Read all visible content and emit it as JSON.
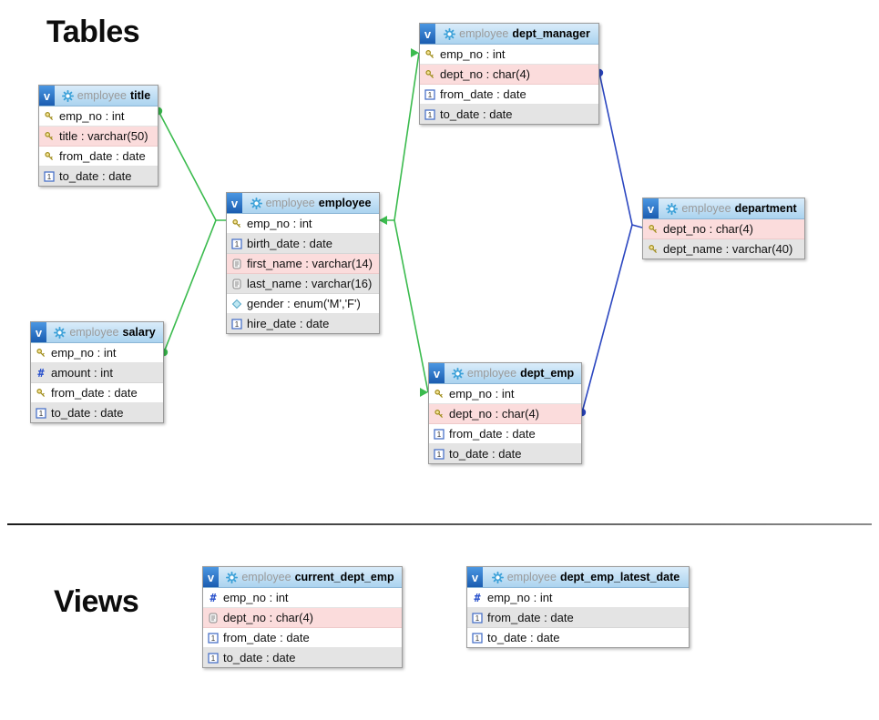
{
  "canvas": {
    "sections": {
      "tables": "Tables",
      "views": "Views"
    }
  },
  "icons": {
    "view_badge": "v",
    "int_glyph": "#"
  },
  "colors": {
    "relation_green": "#3bbb4e",
    "relation_blue": "#2b46c0",
    "header_blue": "#abd3ef",
    "row_pink": "#fbdcdc",
    "row_gray": "#e4e4e4",
    "badge_blue": "#1a5cb0"
  },
  "entities": [
    {
      "id": "title",
      "schema": "employee",
      "name": "title",
      "columns": [
        {
          "icon": "key",
          "text": "emp_no : int"
        },
        {
          "icon": "key",
          "text": "title : varchar(50)"
        },
        {
          "icon": "key",
          "text": "from_date : date"
        },
        {
          "icon": "date",
          "text": "to_date : date"
        }
      ]
    },
    {
      "id": "employee",
      "schema": "employee",
      "name": "employee",
      "columns": [
        {
          "icon": "key",
          "text": "emp_no : int"
        },
        {
          "icon": "date",
          "text": "birth_date : date"
        },
        {
          "icon": "text",
          "text": "first_name : varchar(14)"
        },
        {
          "icon": "text",
          "text": "last_name : varchar(16)"
        },
        {
          "icon": "enum",
          "text": "gender : enum('M','F')"
        },
        {
          "icon": "date",
          "text": "hire_date : date"
        }
      ]
    },
    {
      "id": "salary",
      "schema": "employee",
      "name": "salary",
      "columns": [
        {
          "icon": "key",
          "text": "emp_no : int"
        },
        {
          "icon": "int",
          "text": "amount : int"
        },
        {
          "icon": "key",
          "text": "from_date : date"
        },
        {
          "icon": "date",
          "text": "to_date : date"
        }
      ]
    },
    {
      "id": "dept_manager",
      "schema": "employee",
      "name": "dept_manager",
      "columns": [
        {
          "icon": "key",
          "text": "emp_no : int"
        },
        {
          "icon": "key",
          "text": "dept_no : char(4)"
        },
        {
          "icon": "date",
          "text": "from_date : date"
        },
        {
          "icon": "date",
          "text": "to_date : date"
        }
      ]
    },
    {
      "id": "dept_emp",
      "schema": "employee",
      "name": "dept_emp",
      "columns": [
        {
          "icon": "key",
          "text": "emp_no : int"
        },
        {
          "icon": "key",
          "text": "dept_no : char(4)"
        },
        {
          "icon": "date",
          "text": "from_date : date"
        },
        {
          "icon": "date",
          "text": "to_date : date"
        }
      ]
    },
    {
      "id": "department",
      "schema": "employee",
      "name": "department",
      "columns": [
        {
          "icon": "key",
          "text": "dept_no : char(4)"
        },
        {
          "icon": "key",
          "text": "dept_name : varchar(40)"
        }
      ]
    },
    {
      "id": "current_dept_emp",
      "schema": "employee",
      "name": "current_dept_emp",
      "columns": [
        {
          "icon": "int",
          "text": "emp_no : int"
        },
        {
          "icon": "text",
          "text": "dept_no : char(4)"
        },
        {
          "icon": "date",
          "text": "from_date : date"
        },
        {
          "icon": "date",
          "text": "to_date : date"
        }
      ]
    },
    {
      "id": "dept_emp_latest_date",
      "schema": "employee",
      "name": "dept_emp_latest_date",
      "columns": [
        {
          "icon": "int",
          "text": "emp_no : int"
        },
        {
          "icon": "date",
          "text": "from_date : date"
        },
        {
          "icon": "date",
          "text": "to_date : date"
        }
      ]
    }
  ],
  "relations": [
    {
      "from": "title",
      "to": "employee",
      "color": "#3bbb4e"
    },
    {
      "from": "salary",
      "to": "employee",
      "color": "#3bbb4e"
    },
    {
      "from": "employee",
      "to": "dept_manager",
      "color": "#3bbb4e"
    },
    {
      "from": "employee",
      "to": "dept_emp",
      "color": "#3bbb4e"
    },
    {
      "from": "dept_manager",
      "to": "department",
      "color": "#2b46c0"
    },
    {
      "from": "dept_emp",
      "to": "department",
      "color": "#2b46c0"
    }
  ]
}
